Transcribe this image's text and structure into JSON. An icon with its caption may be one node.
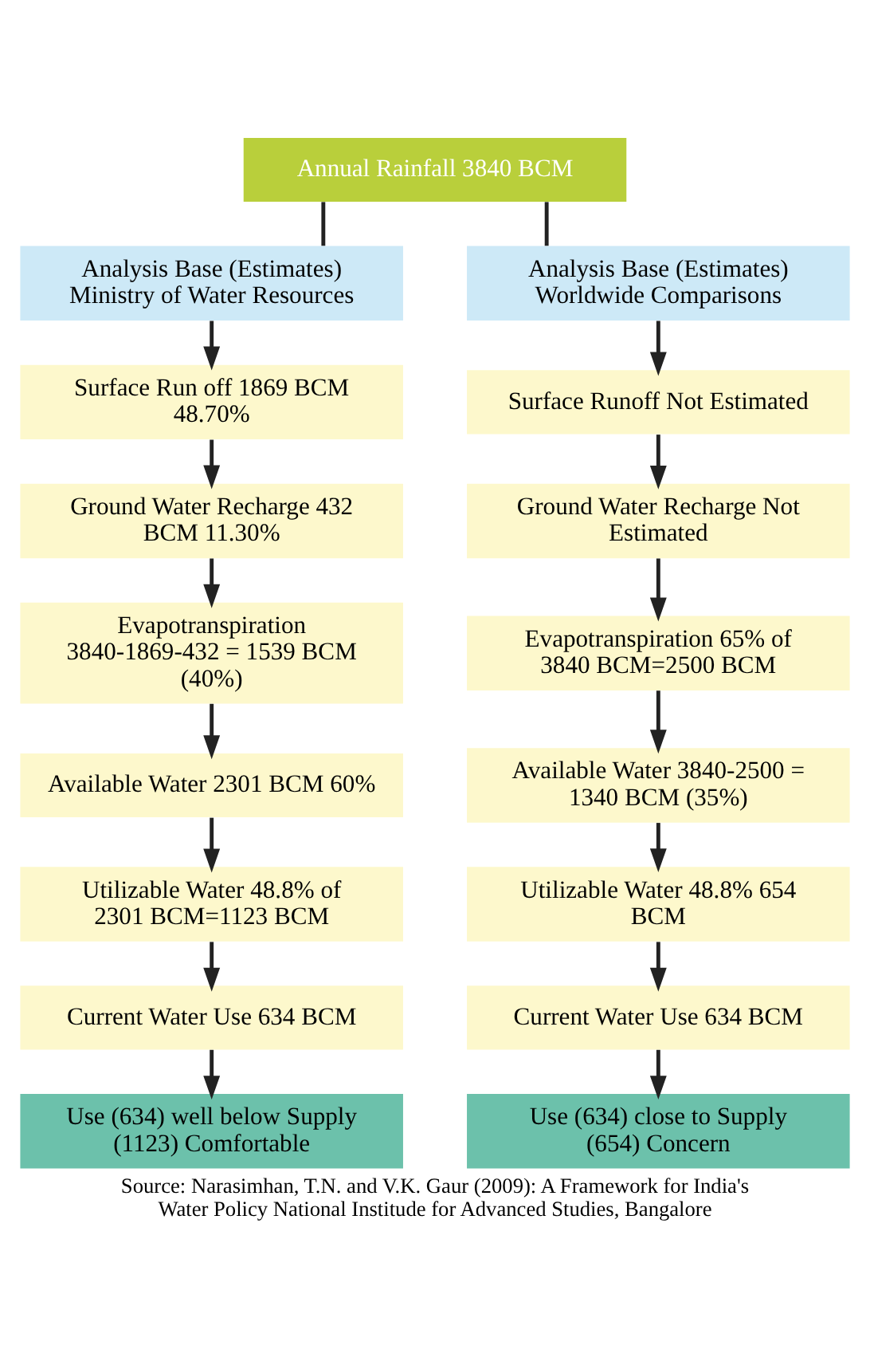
{
  "diagram": {
    "caption": "Source: Narasimhan, T.N. and V.K. Gaur (2009): A Framework for India's Water Policy National Institude for Advanced Studies, Bangalore",
    "nodes": [
      {
        "text": [
          "Annual Rainfall 3840 BCM"
        ]
      },
      {
        "text": [
          "Analysis Base (Estimates) Ministry of Water Resources"
        ]
      },
      {
        "text": [
          "Analysis Base (Estimates) Worldwide Comparisons"
        ]
      },
      {
        "text": [
          "Surface Run off 1869 BCM 48.70%"
        ]
      },
      {
        "text": [
          "Surface Runoff Not Estimated"
        ]
      },
      {
        "text": [
          "Ground Water Recharge 432 BCM 11.30%"
        ]
      },
      {
        "text": [
          "Ground Water Recharge Not Estimated"
        ]
      },
      {
        "text": [
          "Evapotranspiration 3840-1869-432 = 1539 BCM (40%)"
        ]
      },
      {
        "text": [
          "Evapotranspiration 65% of 3840 BCM=2500 BCM"
        ]
      },
      {
        "text": [
          "Available Water 2301 BCM 60%"
        ]
      },
      {
        "text": [
          "Available Water 3840-2500 = 1340 BCM (35%)"
        ]
      },
      {
        "text": [
          "Utilizable Water 48.8% of 2301 BCM=1123 BCM"
        ]
      },
      {
        "text": [
          "Utilizable Water 48.8% 654 BCM"
        ]
      },
      {
        "text": [
          "Current Water Use 634 BCM"
        ]
      },
      {
        "text": [
          "Current Water Use 634 BCM"
        ]
      },
      {
        "text": [
          "Use (634) well below Supply (1123) Comfortable"
        ]
      },
      {
        "text": [
          "Use (634) close to Supply (654) Concern"
        ]
      }
    ],
    "edges": [
      {
        "from": 0,
        "to": 1,
        "arrow": "none"
      },
      {
        "from": 0,
        "to": 2,
        "arrow": "none"
      },
      {
        "from": 1,
        "to": 3,
        "arrow": "to"
      },
      {
        "from": 3,
        "to": 5,
        "arrow": "to"
      },
      {
        "from": 5,
        "to": 7,
        "arrow": "to"
      },
      {
        "from": 7,
        "to": 9,
        "arrow": "to"
      },
      {
        "from": 9,
        "to": 11,
        "arrow": "to"
      },
      {
        "from": 11,
        "to": 13,
        "arrow": "to"
      },
      {
        "from": 13,
        "to": 15,
        "arrow": "to"
      },
      {
        "from": 2,
        "to": 4,
        "arrow": "to"
      },
      {
        "from": 4,
        "to": 6,
        "arrow": "to"
      },
      {
        "from": 6,
        "to": 8,
        "arrow": "to"
      },
      {
        "from": 8,
        "to": 10,
        "arrow": "to"
      },
      {
        "from": 10,
        "to": 12,
        "arrow": "to"
      },
      {
        "from": 12,
        "to": 14,
        "arrow": "to"
      },
      {
        "from": 14,
        "to": 16,
        "arrow": "to"
      }
    ]
  }
}
